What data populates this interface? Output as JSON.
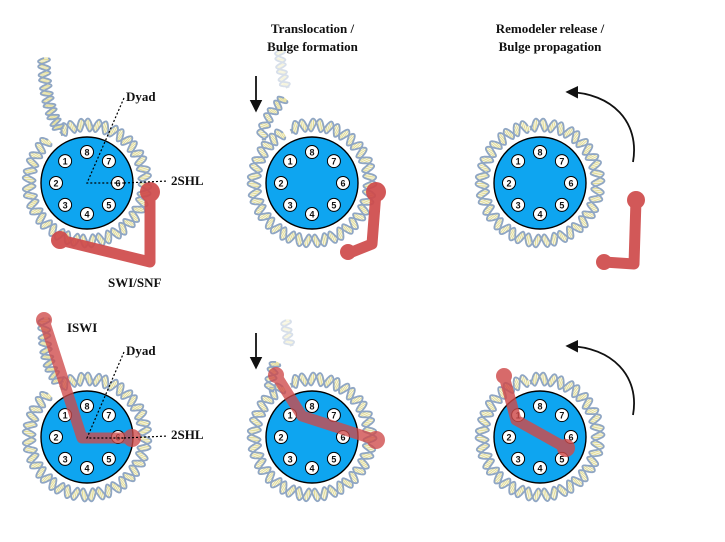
{
  "headers": {
    "middle": {
      "line1": "Translocation /",
      "line2": "Bulge formation"
    },
    "right": {
      "line1": "Remodeler release /",
      "line2": "Bulge propagation"
    }
  },
  "labels": {
    "dyad_top": "Dyad",
    "shl_top": "2SHL",
    "swisnf": "SWI/SNF",
    "iswi": "ISWI",
    "dyad_bottom": "Dyad",
    "shl_bottom": "2SHL"
  },
  "histone_numbers": [
    "1",
    "2",
    "3",
    "4",
    "5",
    "6",
    "7",
    "8"
  ],
  "colors": {
    "histone_core": "#0ea5f0",
    "dna_backbone": "#8fa6c4",
    "dna_rung": "#e3dd99",
    "remodeler": "#cf4a4a",
    "remodeler_dark": "#a84040"
  },
  "icons": {
    "down_arrow": "down-arrow-icon",
    "curved_arrow": "curved-arrow-icon"
  }
}
